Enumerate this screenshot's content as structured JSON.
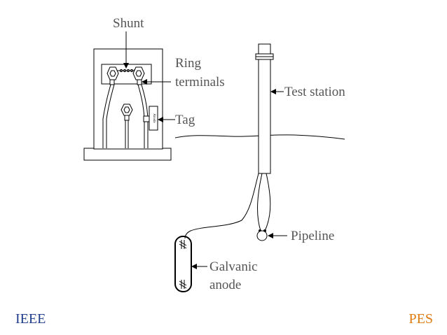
{
  "labels": {
    "shunt": "Shunt",
    "ring_line1": "Ring",
    "ring_line2": "terminals",
    "test_station": "Test station",
    "tag": "Tag",
    "tag_plate_text": "Anode",
    "pipeline": "Pipeline",
    "anode_line1": "Galvanic",
    "anode_line2": "anode"
  },
  "footer": {
    "left": "IEEE",
    "right": "PES"
  },
  "colors": {
    "label_text": "#555555",
    "footer_left": "#1f3c8c",
    "footer_right": "#e07b10",
    "line": "#000000"
  }
}
